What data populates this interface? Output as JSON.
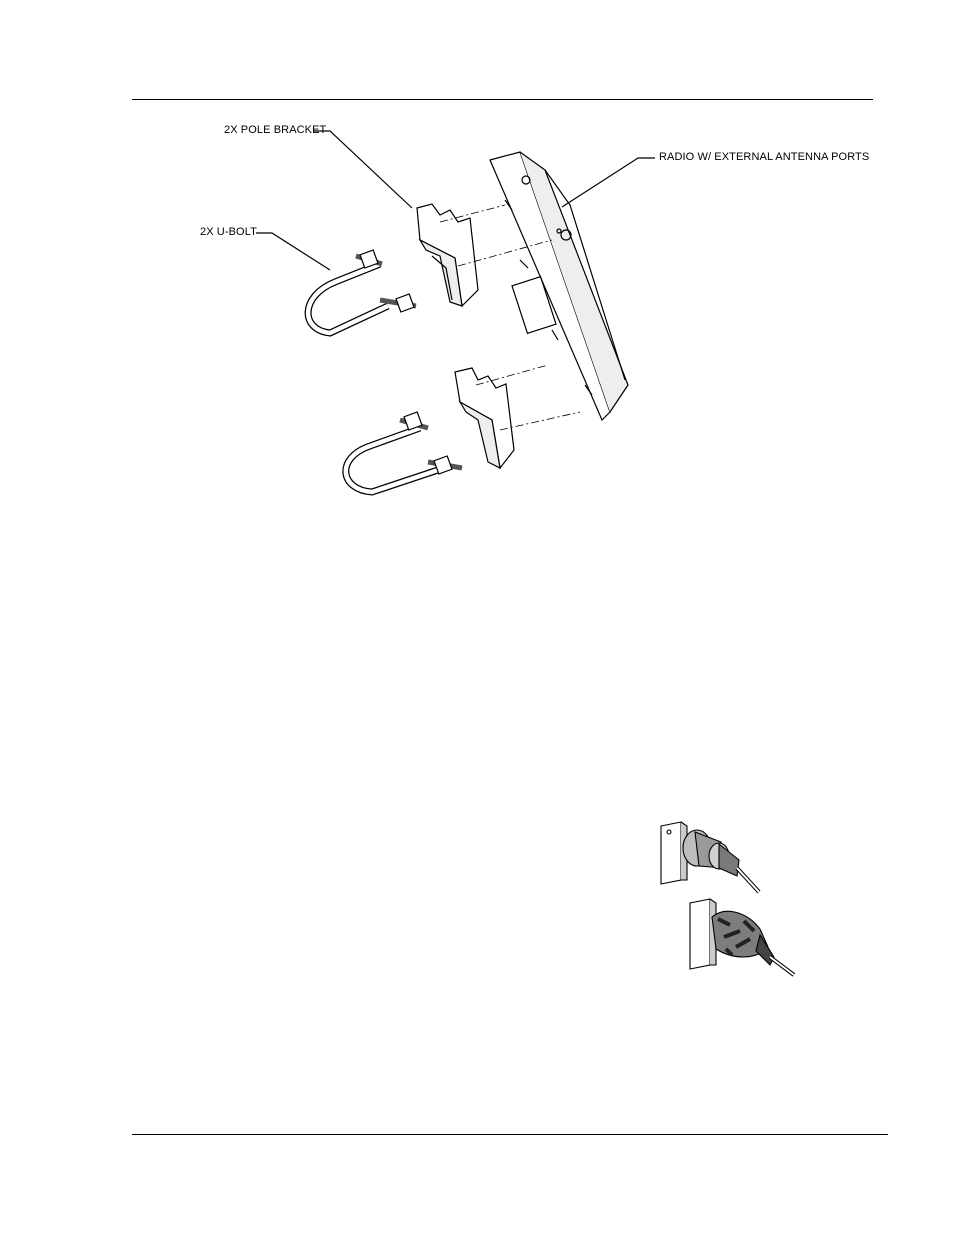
{
  "figure": {
    "callouts": {
      "pole_bracket": "2X POLE BRACKET",
      "u_bolt": "2X U-BOLT",
      "radio": "RADIO W/ EXTERNAL ANTENNA PORTS"
    }
  },
  "colors": {
    "line": "#000000",
    "shade_light": "#d9d9d9",
    "shade_mid": "#9a9a9a",
    "shade_dark": "#4a4a4a"
  },
  "icons": [
    "mounting-assembly-drawing",
    "connector-before-weatherproofing",
    "connector-after-weatherproofing"
  ]
}
